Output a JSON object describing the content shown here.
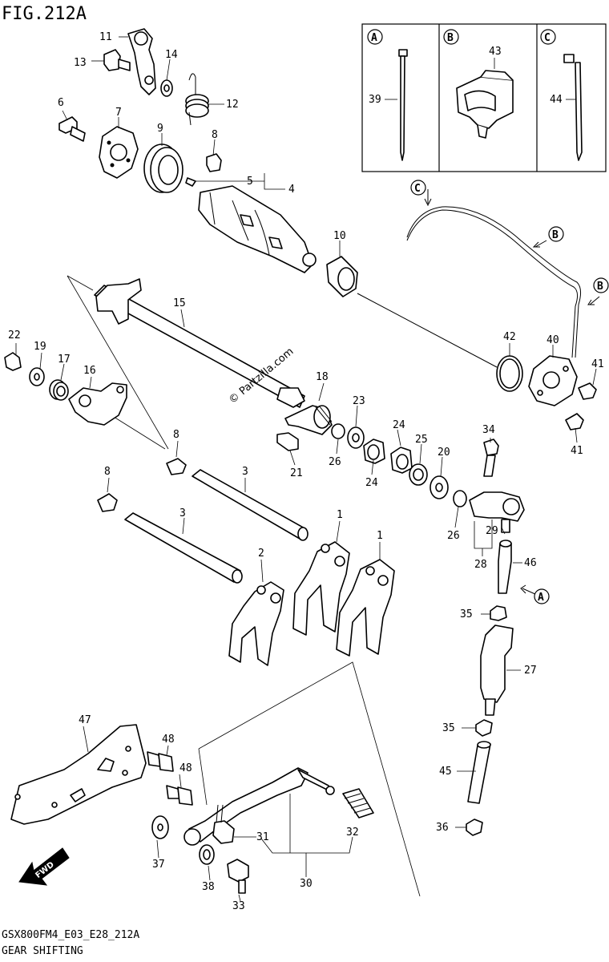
{
  "figure": {
    "title": "FIG.212A",
    "code": "GSX800FM4_E03_E28_212A",
    "caption": "GEAR SHIFTING",
    "watermark": "© Partzilla.com",
    "direction_label": "FWD"
  },
  "inset": {
    "panels": [
      {
        "letter": "A",
        "part": "39"
      },
      {
        "letter": "B",
        "part": "43"
      },
      {
        "letter": "C",
        "part": "44"
      }
    ]
  },
  "callouts": {
    "ref_c": "C",
    "ref_b1": "B",
    "ref_b2": "B",
    "ref_a": "A"
  },
  "labels": {
    "p1a": "1",
    "p1b": "1",
    "p2": "2",
    "p3a": "3",
    "p3b": "3",
    "p4": "4",
    "p5": "5",
    "p6": "6",
    "p7": "7",
    "p8a": "8",
    "p8b": "8",
    "p8c": "8",
    "p9": "9",
    "p10": "10",
    "p11": "11",
    "p12": "12",
    "p13": "13",
    "p14": "14",
    "p15": "15",
    "p16": "16",
    "p17": "17",
    "p18": "18",
    "p19": "19",
    "p20": "20",
    "p21": "21",
    "p22": "22",
    "p23": "23",
    "p24a": "24",
    "p24b": "24",
    "p25": "25",
    "p26a": "26",
    "p26b": "26",
    "p27": "27",
    "p28": "28",
    "p29": "29",
    "p30": "30",
    "p31": "31",
    "p32": "32",
    "p33": "33",
    "p34": "34",
    "p35a": "35",
    "p35b": "35",
    "p36": "36",
    "p37": "37",
    "p38": "38",
    "p40": "40",
    "p41a": "41",
    "p41b": "41",
    "p42": "42",
    "p45": "45",
    "p46": "46",
    "p47": "47",
    "p48a": "48",
    "p48b": "48"
  }
}
